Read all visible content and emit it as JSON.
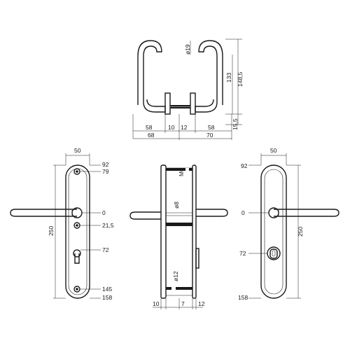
{
  "top_view": {
    "dims": {
      "d19": "ø19",
      "h133": "133",
      "h148": "148,5",
      "h15": "15,5",
      "w58l": "58",
      "w10": "10",
      "w68": "68",
      "w12": "12",
      "w58r": "58",
      "w70": "70"
    }
  },
  "front_view": {
    "dims": {
      "w50": "50",
      "d92": "92",
      "d79": "79",
      "d0": "0",
      "d21": "21,5",
      "d72": "72",
      "d250": "250",
      "d145": "145",
      "d158": "158"
    }
  },
  "side_view": {
    "dims": {
      "m6": "M6",
      "d8": "ø8",
      "d12": "ø12",
      "w10": "10",
      "w7": "7",
      "w12": "12"
    }
  },
  "back_view": {
    "dims": {
      "w50": "50",
      "d92": "92",
      "d0": "0",
      "d250": "250",
      "d72": "72",
      "d158": "158"
    }
  },
  "colors": {
    "line": "#1a1a1a",
    "background": "#ffffff"
  }
}
